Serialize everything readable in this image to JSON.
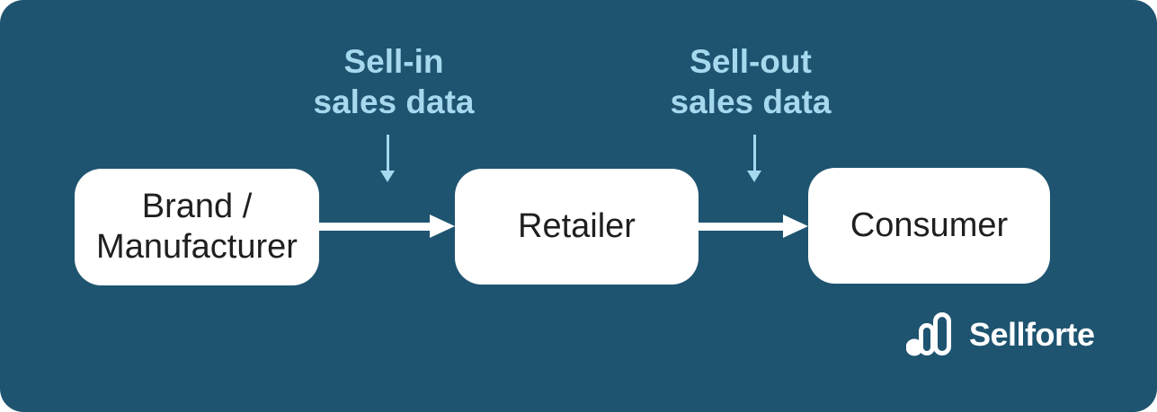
{
  "canvas": {
    "background_color": "#1E5470",
    "accent_light_blue": "#A6D9EE",
    "node_background": "#FFFFFF",
    "node_text_color": "#1F1F1F"
  },
  "nodes": [
    {
      "lines": [
        "Brand /",
        "Manufacturer"
      ]
    },
    {
      "lines": [
        "Retailer"
      ]
    },
    {
      "lines": [
        "Consumer"
      ]
    }
  ],
  "annotations": [
    {
      "lines": [
        "Sell-in",
        "sales data"
      ]
    },
    {
      "lines": [
        "Sell-out",
        "sales data"
      ]
    }
  ],
  "logo": {
    "brand": "Sellforte",
    "icon": "bar-chart-logo-icon"
  }
}
